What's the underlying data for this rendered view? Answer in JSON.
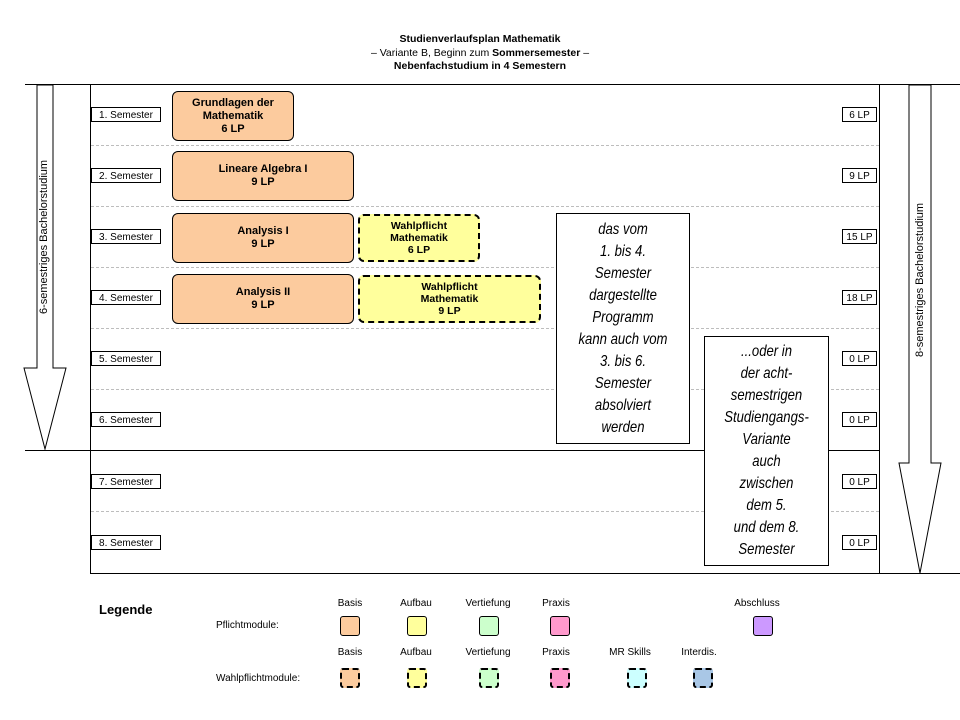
{
  "title": {
    "line1": "Studienverlaufsplan Mathematik",
    "line2_prefix": "– Variante B, Beginn zum ",
    "line2_bold": "Sommersemester",
    "line2_suffix": " –",
    "line3": "Nebenfachstudium in 4 Semestern"
  },
  "semesters": [
    {
      "label": "1. Semester",
      "lp": "6 LP"
    },
    {
      "label": "2. Semester",
      "lp": "9 LP"
    },
    {
      "label": "3. Semester",
      "lp": "15 LP"
    },
    {
      "label": "4. Semester",
      "lp": "18 LP"
    },
    {
      "label": "5. Semester",
      "lp": "0 LP"
    },
    {
      "label": "6. Semester",
      "lp": "0 LP"
    },
    {
      "label": "7. Semester",
      "lp": "0 LP"
    },
    {
      "label": "8. Semester",
      "lp": "0 LP"
    }
  ],
  "arrows": {
    "left": "6-semestriges Bachelorstudium",
    "right": "8-semestriges Bachelorstudium"
  },
  "modules": {
    "grundlagen": {
      "line1": "Grundlagen der",
      "line2": "Mathematik",
      "line3": "6 LP"
    },
    "la1": {
      "line1": "Lineare Algebra I",
      "line2": "9 LP"
    },
    "ana1": {
      "line1": "Analysis I",
      "line2": "9 LP"
    },
    "ana2": {
      "line1": "Analysis II",
      "line2": "9 LP"
    },
    "wahl1": {
      "line1": "Wahlpflicht",
      "line2": "Mathematik",
      "line3": "6 LP"
    },
    "wahl2": {
      "line1": "Wahlpflicht",
      "line2": "Mathematik",
      "line3": "9 LP"
    }
  },
  "notes": {
    "note1": [
      "das vom",
      "1. bis 4.",
      "Semester",
      "dargestellte",
      "Programm",
      "kann auch vom",
      "3. bis 6.",
      "Semester",
      "absolviert",
      "werden"
    ],
    "note2": [
      "...oder in",
      "der acht-",
      "semestrigen",
      "Studiengangs-",
      "Variante",
      "auch",
      "zwischen",
      "dem 5.",
      "und dem 8.",
      "Semester"
    ]
  },
  "legend": {
    "title": "Legende",
    "pflicht_label": "Pflichtmodule:",
    "wahl_label": "Wahlpflichtmodule:",
    "pflicht": [
      {
        "name": "Basis",
        "color": "#fccb9e"
      },
      {
        "name": "Aufbau",
        "color": "#ffff9c"
      },
      {
        "name": "Vertiefung",
        "color": "#ccffcc"
      },
      {
        "name": "Praxis",
        "color": "#ff99cc"
      },
      {
        "name": "Abschluss",
        "color": "#cc99ff"
      }
    ],
    "wahl": [
      {
        "name": "Basis",
        "color": "#fccb9e"
      },
      {
        "name": "Aufbau",
        "color": "#ffff9c"
      },
      {
        "name": "Vertiefung",
        "color": "#ccffcc"
      },
      {
        "name": "Praxis",
        "color": "#ff99cc"
      },
      {
        "name": "MR Skills",
        "color": "#ccffff"
      },
      {
        "name": "Interdis.",
        "color": "#a9c7e6"
      }
    ]
  }
}
